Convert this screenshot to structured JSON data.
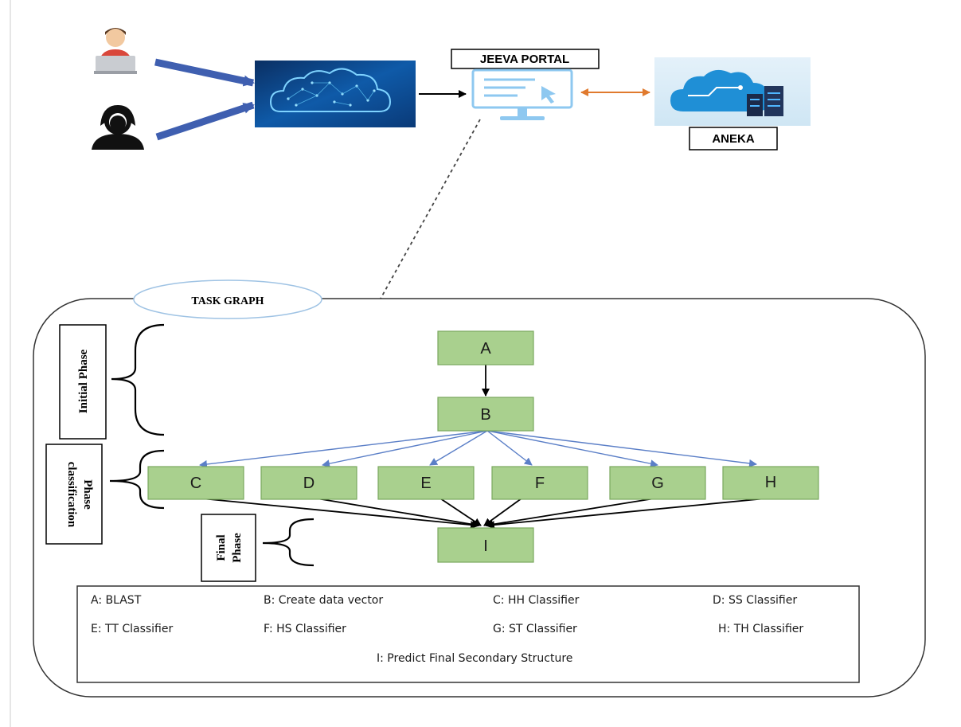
{
  "portal_label": "JEEVA PORTAL",
  "aneka_label": "ANEKA",
  "task_graph_label": "TASK GRAPH",
  "phases": {
    "initial": "Initial Phase",
    "classification_line1": "classification",
    "classification_line2": "Phase",
    "final_line1": "Final",
    "final_line2": "Phase"
  },
  "nodes": {
    "A": "A",
    "B": "B",
    "C": "C",
    "D": "D",
    "E": "E",
    "F": "F",
    "G": "G",
    "H": "H",
    "I": "I"
  },
  "legend": {
    "a": "A: BLAST",
    "b": "B: Create data vector",
    "c": "C: HH Classifier",
    "d": "D: SS Classifier",
    "e": "E: TT Classifier",
    "f": "F: HS Classifier",
    "g": "G: ST Classifier",
    "h": "H: TH Classifier",
    "i": "I: Predict Final Secondary Structure"
  },
  "colors": {
    "node_fill": "#a9d08e",
    "node_stroke": "#7aa85e",
    "fanout_arrow": "#5b7fc7",
    "user_arrow": "#3f5fb0",
    "aneka_arrow": "#e07a2e",
    "cloud_bg": "#0c3f7a"
  }
}
